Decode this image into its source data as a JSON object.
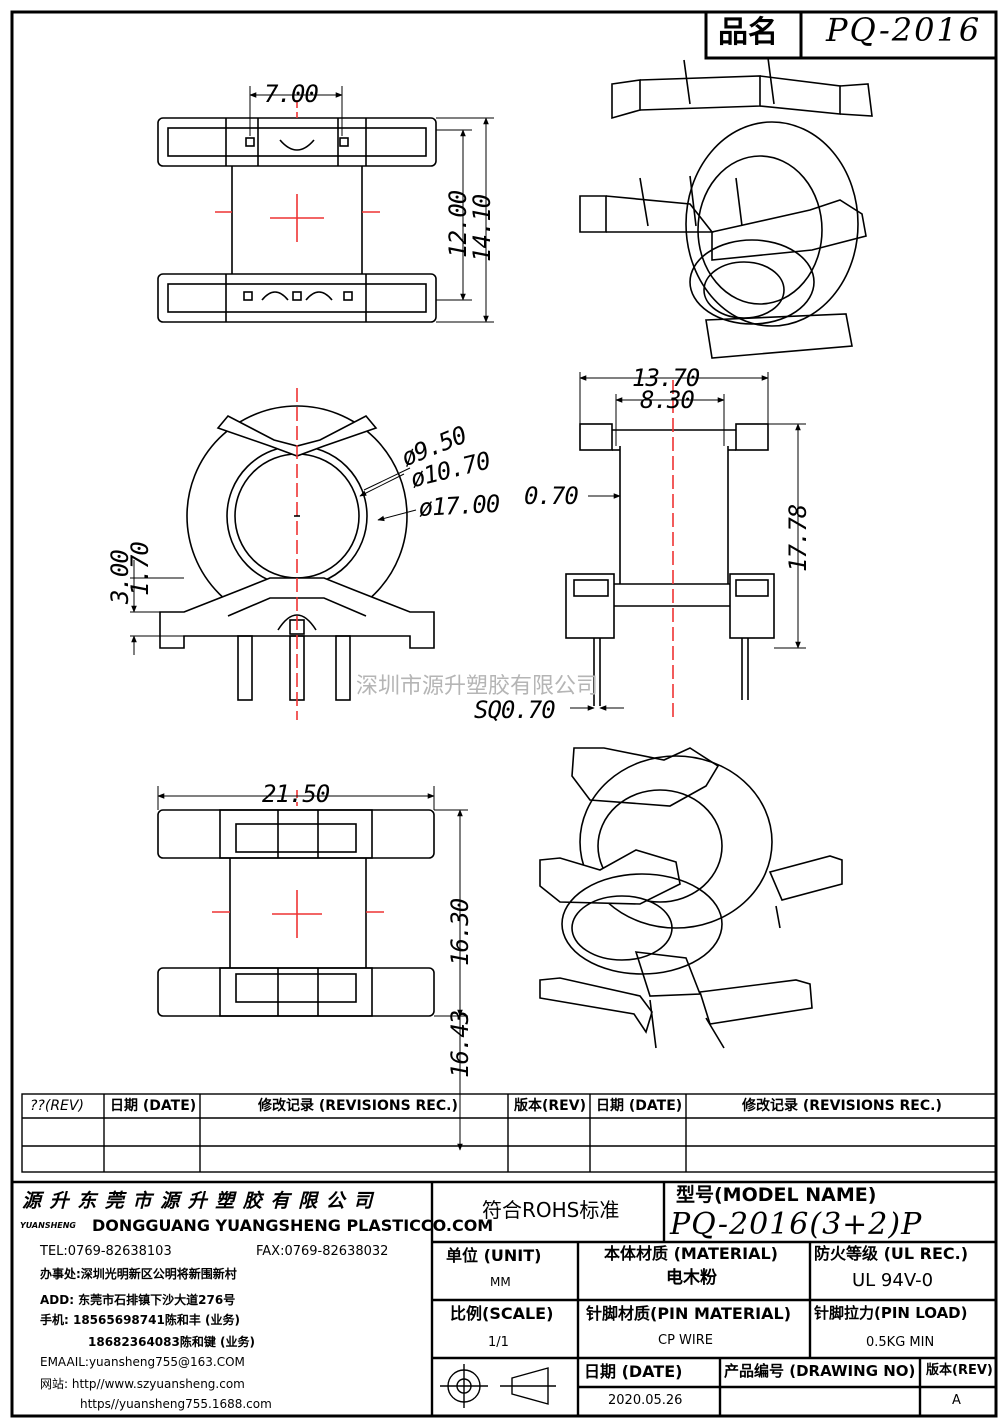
{
  "title_block": {
    "name_label": "品名",
    "part_no": "PQ-2016"
  },
  "dimensions": {
    "d_7_00": "7.00",
    "d_12_00": "12.00",
    "d_14_10": "14.10",
    "d_9_50": "ø9.50",
    "d_10_70": "ø10.70",
    "d_17_00": "ø17.00",
    "d_3_00": "3.00",
    "d_1_70": "1.70",
    "d_13_70": "13.70",
    "d_8_30": "8.30",
    "d_0_70": "0.70",
    "d_17_78": "17.78",
    "d_sq": "SQ0.70",
    "d_21_50": "21.50",
    "d_16_30": "16.30",
    "d_16_43": "16.43"
  },
  "watermark": "深圳市源升塑胶有限公司",
  "revision_table": {
    "headers": [
      "??(REV)",
      "日期 (DATE)",
      "修改记录 (REVISIONS REC.)",
      "版本(REV)",
      "日期 (DATE)",
      "修改记录 (REVISIONS REC.)"
    ]
  },
  "company": {
    "name_cn": "源 升 东 莞 市 源 升 塑 胶 有 限 公 司",
    "logo_text": "YUANSHENG",
    "name_en": "DONGGUANG YUANGSHENG PLASTICCO.COM",
    "tel": "TEL:0769-82638103",
    "fax": "FAX:0769-82638032",
    "office": "办事处:深圳光明新区公明将新围新村",
    "addr": "ADD: 东莞市石排镇下沙大道276号",
    "phone1": "手机: 18565698741陈和丰 (业务)",
    "phone2": "18682364083陈和键 (业务)",
    "email": "EMAAIL:yuansheng755@163.COM",
    "web1": "网站: http//www.szyuansheng.com",
    "web2": "https//yuansheng755.1688.com"
  },
  "spec": {
    "rohs": "符合ROHS标准",
    "model_label": "型号(MODEL NAME)",
    "model_value": "PQ-2016(3+2)P",
    "unit_label": "单位 (UNIT)",
    "unit_value": "MM",
    "material_label": "本体材质 (MATERIAL)",
    "material_value": "电木粉",
    "ul_label": "防火等级 (UL REC.)",
    "ul_value": "UL 94V-0",
    "scale_label": "比例(SCALE)",
    "scale_value": "1/1",
    "pin_material_label": "针脚材质(PIN MATERIAL)",
    "pin_material_value": "CP WIRE",
    "pin_load_label": "针脚拉力(PIN LOAD)",
    "pin_load_value": "0.5KG MIN",
    "date_label": "日期 (DATE)",
    "date_value": "2020.05.26",
    "drawing_label": "产品编号 (DRAWING NO)",
    "rev_label": "版本(REV)",
    "rev_value": "A"
  }
}
